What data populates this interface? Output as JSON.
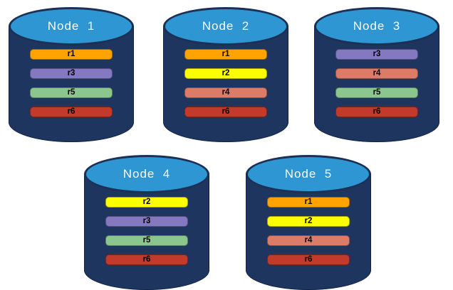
{
  "diagram": {
    "description": "Replica distribution across database nodes",
    "background": "#ffffff"
  },
  "colors": {
    "cylinder_body": "#1e355f",
    "cylinder_top_fill": "#2e96d3",
    "cylinder_outline": "#1b3055",
    "node_label_text": "#ffffff",
    "bar_text": "#000000"
  },
  "replica_colors": {
    "r1": "#ffa300",
    "r2": "#fdff00",
    "r3": "#8478c0",
    "r4": "#dd7b69",
    "r5": "#8bc78c",
    "r6": "#c23a2b"
  },
  "nodes": [
    {
      "label": "Node  1",
      "replicas": [
        "r1",
        "r3",
        "r5",
        "r6"
      ]
    },
    {
      "label": "Node  2",
      "replicas": [
        "r1",
        "r2",
        "r4",
        "r6"
      ]
    },
    {
      "label": "Node  3",
      "replicas": [
        "r3",
        "r4",
        "r5",
        "r6"
      ]
    },
    {
      "label": "Node  4",
      "replicas": [
        "r2",
        "r3",
        "r5",
        "r6"
      ]
    },
    {
      "label": "Node  5",
      "replicas": [
        "r1",
        "r2",
        "r4",
        "r6"
      ]
    }
  ]
}
